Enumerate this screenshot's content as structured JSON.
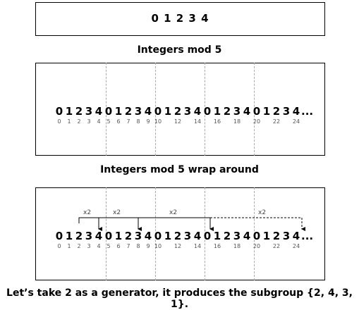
{
  "panel1": {
    "digits": "0 1 2 3 4",
    "caption": "Integers mod 5"
  },
  "panel2": {
    "residues": [
      "0",
      "1",
      "2",
      "3",
      "4",
      "0",
      "1",
      "2",
      "3",
      "4",
      "0",
      "1",
      "2",
      "3",
      "4",
      "0",
      "1",
      "2",
      "3",
      "4",
      "0",
      "1",
      "2",
      "3",
      "4"
    ],
    "ellipsis": "...",
    "index_labels": [
      "0",
      "1",
      "2",
      "3",
      "4",
      "5",
      "6",
      "7",
      "8",
      "9",
      "10",
      "12",
      "14",
      "16",
      "18",
      "20",
      "22",
      "24"
    ],
    "caption": "Integers mod 5 wrap around"
  },
  "panel3": {
    "residues": [
      "0",
      "1",
      "2",
      "3",
      "4",
      "0",
      "1",
      "2",
      "3",
      "4",
      "0",
      "1",
      "2",
      "3",
      "4",
      "0",
      "1",
      "2",
      "3",
      "4",
      "0",
      "1",
      "2",
      "3",
      "4"
    ],
    "ellipsis": "...",
    "index_labels": [
      "0",
      "1",
      "2",
      "3",
      "4",
      "5",
      "6",
      "7",
      "8",
      "9",
      "10",
      "12",
      "14",
      "16",
      "18",
      "20",
      "22",
      "24"
    ],
    "arrow_labels": [
      "x2",
      "x2",
      "x2",
      "x2"
    ],
    "caption": "Let’s take 2 as a generator, it produces the subgroup {2, 4, 3, 1}."
  }
}
